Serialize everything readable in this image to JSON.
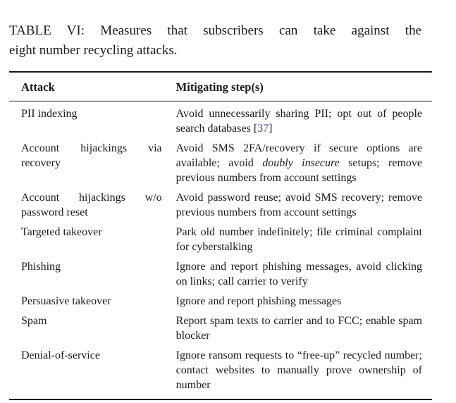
{
  "caption": {
    "lines": [
      "TABLE VI: Measures that subscribers can take against the",
      "eight number recycling attacks."
    ]
  },
  "table": {
    "columns": [
      "Attack",
      "Mitigating step(s)"
    ],
    "rows": [
      {
        "attack": "PII indexing",
        "mitigation": [
          {
            "text": "Avoid unnecessarily sharing PII; opt out of people search databases [",
            "style": "normal"
          },
          {
            "text": "37",
            "style": "cite"
          },
          {
            "text": "]",
            "style": "normal"
          }
        ]
      },
      {
        "attack": "Account hijackings via recovery",
        "mitigation": [
          {
            "text": "Avoid SMS 2FA/recovery if secure options are available; avoid ",
            "style": "normal"
          },
          {
            "text": "doubly insecure",
            "style": "italic"
          },
          {
            "text": " setups; remove previous numbers from account settings",
            "style": "normal"
          }
        ]
      },
      {
        "attack": "Account hijackings w/o password reset",
        "mitigation": [
          {
            "text": "Avoid password reuse; avoid SMS recovery; remove previous numbers from account settings",
            "style": "normal"
          }
        ]
      },
      {
        "attack": "Targeted takeover",
        "mitigation": [
          {
            "text": "Park old number indefinitely; file criminal complaint for cyberstalking",
            "style": "normal"
          }
        ]
      },
      {
        "attack": "Phishing",
        "mitigation": [
          {
            "text": "Ignore and report phishing messages, avoid clicking on links; call carrier to verify",
            "style": "normal"
          }
        ]
      },
      {
        "attack": "Persuasive takeover",
        "mitigation": [
          {
            "text": "Ignore and report phishing messages",
            "style": "normal"
          }
        ]
      },
      {
        "attack": "Spam",
        "mitigation": [
          {
            "text": "Report spam texts to carrier and to FCC; enable spam blocker",
            "style": "normal"
          }
        ]
      },
      {
        "attack": "Denial-of-service",
        "mitigation": [
          {
            "text": "Ignore ransom requests to “free-up” recycled number; contact websites to manually prove ownership of number",
            "style": "normal"
          }
        ]
      }
    ]
  },
  "colors": {
    "text": "#1b1b1b",
    "citation": "#3c3ca8",
    "rule": "#161616",
    "background": "#ffffff"
  }
}
